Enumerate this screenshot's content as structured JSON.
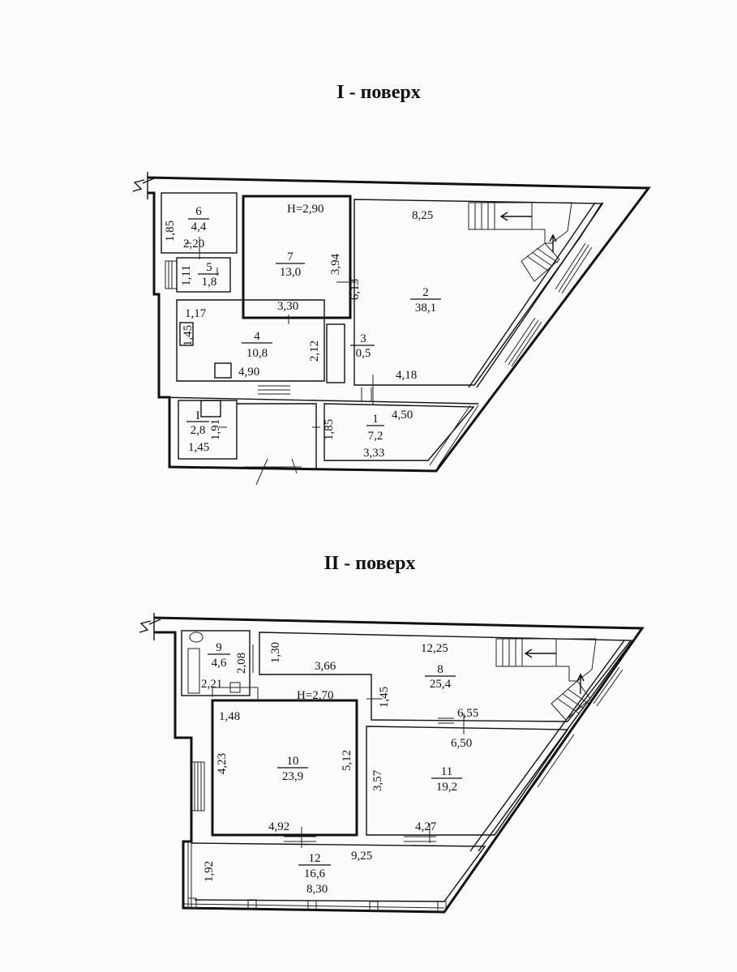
{
  "floor1": {
    "title": "I - поверх",
    "height": "H=2,90",
    "rooms": [
      {
        "no": "6",
        "area": "4,4"
      },
      {
        "no": "5",
        "area": "1,8"
      },
      {
        "no": "7",
        "area": "13,0"
      },
      {
        "no": "2",
        "area": "38,1"
      },
      {
        "no": "4",
        "area": "10,8"
      },
      {
        "no": "3",
        "area": "0,5"
      },
      {
        "no": "I",
        "area": "2,8"
      },
      {
        "no": "1",
        "area": "7,2"
      }
    ],
    "dims": {
      "d185": "1,85",
      "d220": "2,20",
      "d111": "1,11",
      "d825": "8,25",
      "d394": "3,94",
      "d613": "6,13",
      "d330": "3,30",
      "d117": "1,17",
      "d145v": "1,45",
      "d212": "2,12",
      "d490": "4,90",
      "d418": "4,18",
      "d450": "4,50",
      "d191": "1,91",
      "d145": "1,45",
      "d185b": "1,85",
      "d333": "3,33"
    }
  },
  "floor2": {
    "title": "II - поверх",
    "height": "H=2,70",
    "rooms": [
      {
        "no": "9",
        "area": "4,6"
      },
      {
        "no": "8",
        "area": "25,4"
      },
      {
        "no": "10",
        "area": "23,9"
      },
      {
        "no": "11",
        "area": "19,2"
      },
      {
        "no": "12",
        "area": "16,6"
      }
    ],
    "dims": {
      "d208": "2,08",
      "d130": "1,30",
      "d1225": "12,25",
      "d366": "3,66",
      "d221": "2,21",
      "d145": "1,45",
      "d148": "1,48",
      "d655": "6,55",
      "d650": "6,50",
      "d423": "4,23",
      "d512": "5,12",
      "d357": "3,57",
      "d492": "4,92",
      "d427": "4,27",
      "d925": "9,25",
      "d192": "1,92",
      "d830": "8,30"
    }
  }
}
